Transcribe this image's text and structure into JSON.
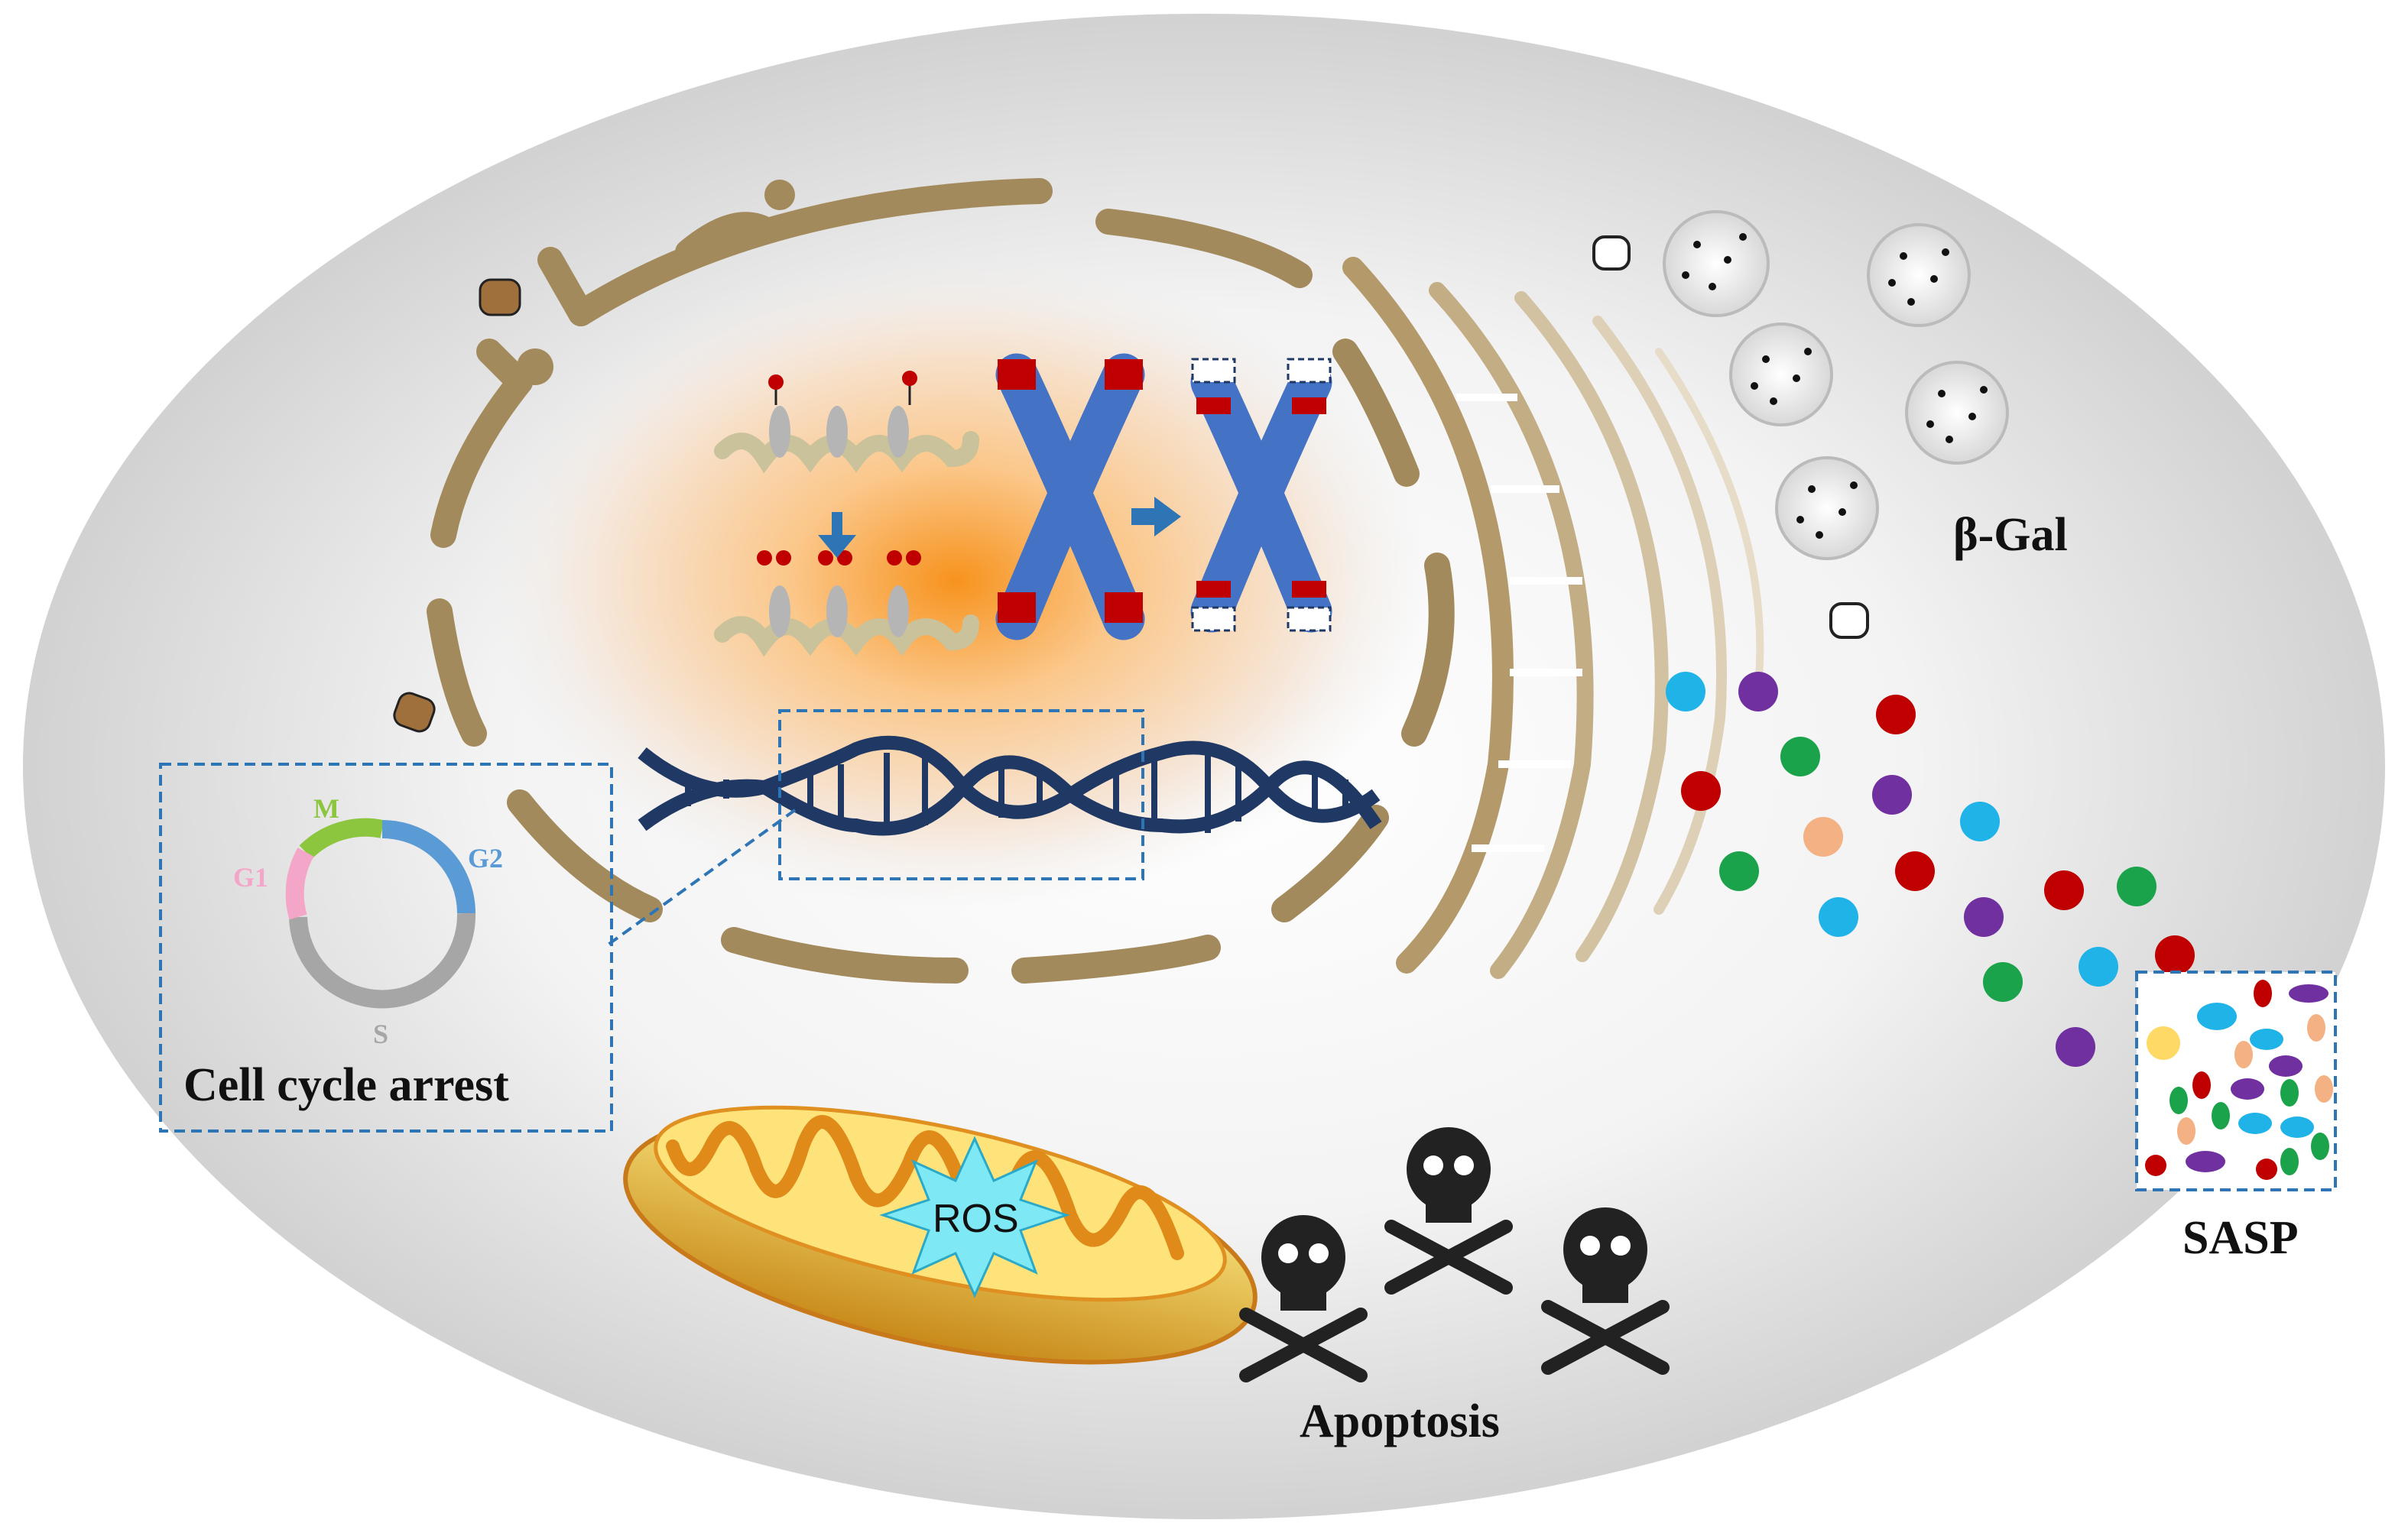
{
  "labels": {
    "beta_gal": "β-Gal",
    "sasp": "SASP",
    "cell_cycle_arrest": "Cell cycle arrest",
    "apoptosis": "Apoptosis",
    "ros": "ROS"
  },
  "cell_cycle": {
    "phases": [
      {
        "label": "M",
        "color": "#8cc63f"
      },
      {
        "label": "G2",
        "color": "#5b9bd5"
      },
      {
        "label": "S",
        "color": "#a6a6a6"
      },
      {
        "label": "G1",
        "color": "#f4a6c8"
      }
    ]
  },
  "colors": {
    "membrane": "#a38a5c",
    "nucleus_glow": "#f7931e",
    "chromosome": "#4472c4",
    "telomere": "#c00000",
    "dna": "#1f3864",
    "dashed_box": "#2e75b6",
    "sasp_particles": [
      "#1fb3e8",
      "#7030a0",
      "#c00000",
      "#1aa34a",
      "#f4b183",
      "#ffd966"
    ]
  }
}
